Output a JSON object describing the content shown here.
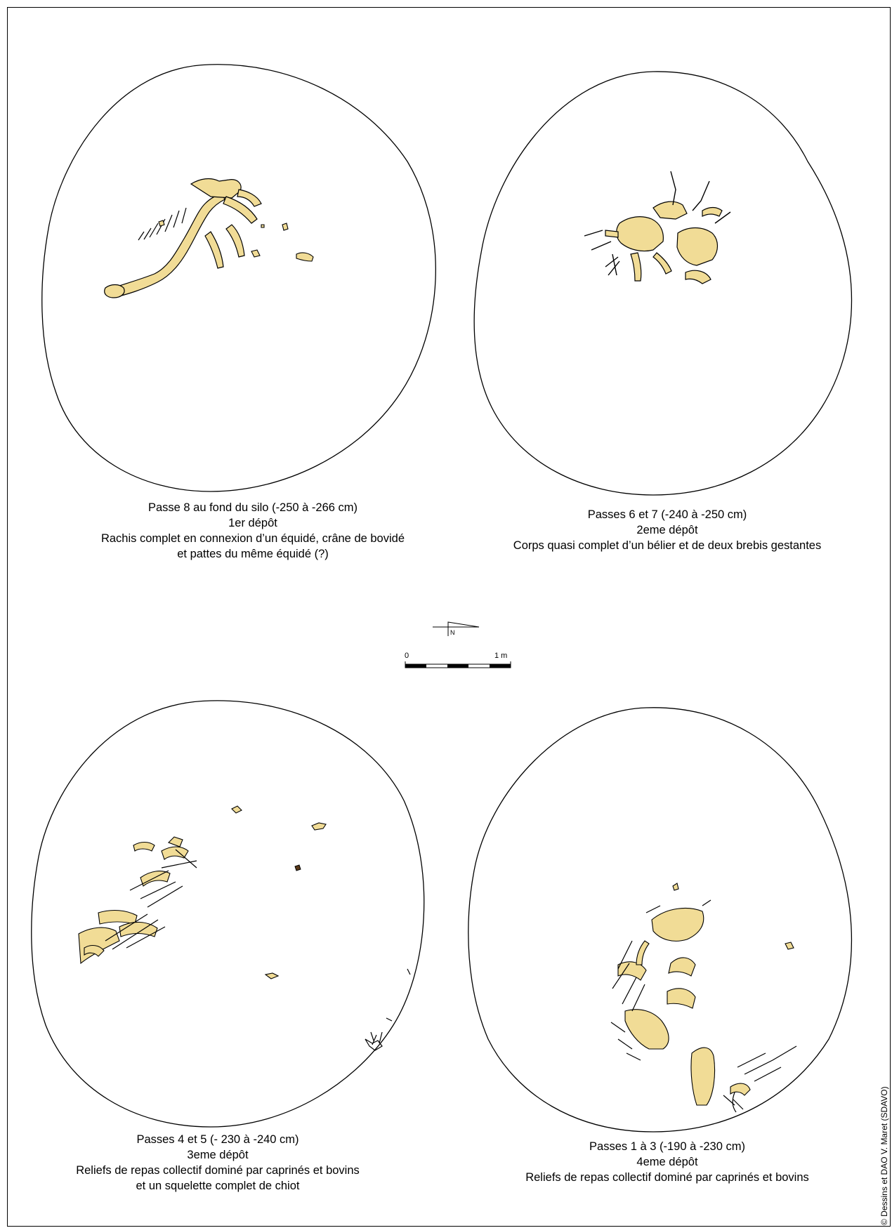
{
  "panels": [
    {
      "id": "p8",
      "lines": [
        "Passe 8 au fond du silo (-250 à -266 cm)",
        "1er dépôt",
        "Rachis complet en connexion d’un équidé, crâne de bovidé",
        "et pattes du même équidé (?)"
      ]
    },
    {
      "id": "p67",
      "lines": [
        "Passes 6 et 7 (-240 à -250 cm)",
        "2eme dépôt",
        "Corps quasi complet d’un bélier et de deux brebis gestantes"
      ]
    },
    {
      "id": "p45",
      "lines": [
        "Passes 4 et 5 (- 230 à -240 cm)",
        "3eme dépôt",
        "Reliefs de repas collectif dominé par caprinés et bovins",
        "et un squelette complet de chiot"
      ]
    },
    {
      "id": "p13",
      "lines": [
        "Passes 1 à 3 (-190 à -230 cm)",
        "4eme dépôt",
        "Reliefs de repas collectif dominé par caprinés et bovins"
      ]
    }
  ],
  "north_arrow": {
    "label": "N"
  },
  "scale_bar": {
    "start_label": "0",
    "end_label": "1 m"
  },
  "credit": "© Dessins et DAO V. Maret (SDAVO)",
  "colors": {
    "bone_fill": "#f1dc96",
    "bone_stroke": "#000000",
    "dark_fragment": "#5a3a1a"
  }
}
